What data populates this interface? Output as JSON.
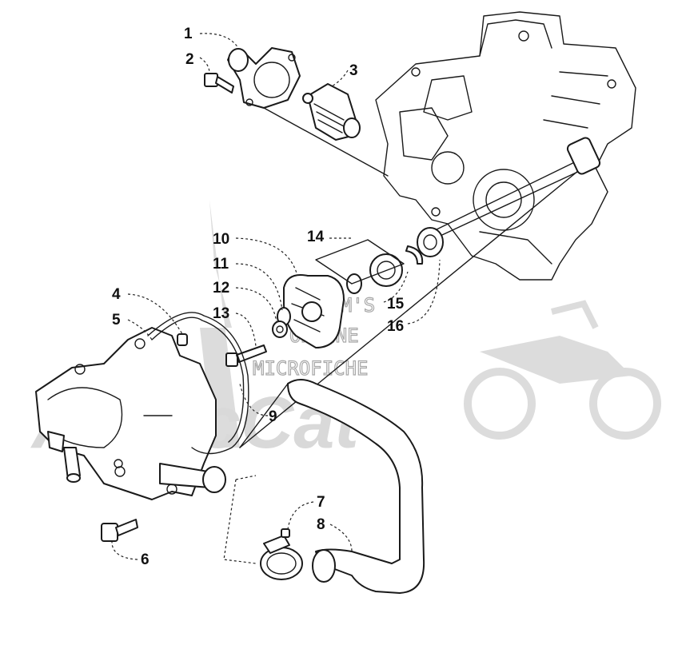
{
  "watermark": {
    "logo": "ArcticCat",
    "lines": [
      "HL-SM'S",
      "ONLINE",
      "MICROFICHE"
    ]
  },
  "callouts": [
    "1",
    "2",
    "3",
    "4",
    "5",
    "6",
    "7",
    "8",
    "9",
    "10",
    "11",
    "12",
    "13",
    "14",
    "15",
    "16"
  ],
  "colors": {
    "line": "#1a1a1a",
    "watermark": "#d9d9d9"
  }
}
